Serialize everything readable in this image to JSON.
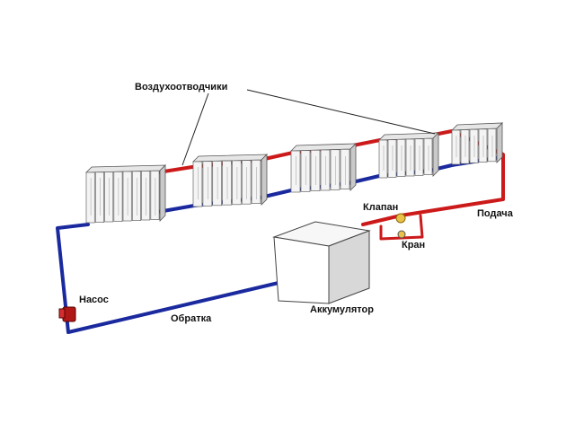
{
  "labels": {
    "air_vents": "Воздухоотводчики",
    "valve": "Клапан",
    "supply": "Подача",
    "tap": "Кран",
    "pump": "Насос",
    "return": "Обратка",
    "accumulator": "Аккумулятор"
  },
  "colors": {
    "supply_pipe": "#cc1a1a",
    "return_pipe": "#1a2a9e",
    "radiator_face": "#f4f4f4",
    "radiator_side": "#c9c9c9",
    "pump": "#b01818",
    "valve": "#e8c04a"
  },
  "icons": {
    "pump": "circulation-pump-icon",
    "valve": "valve-icon",
    "tap": "tap-icon"
  }
}
